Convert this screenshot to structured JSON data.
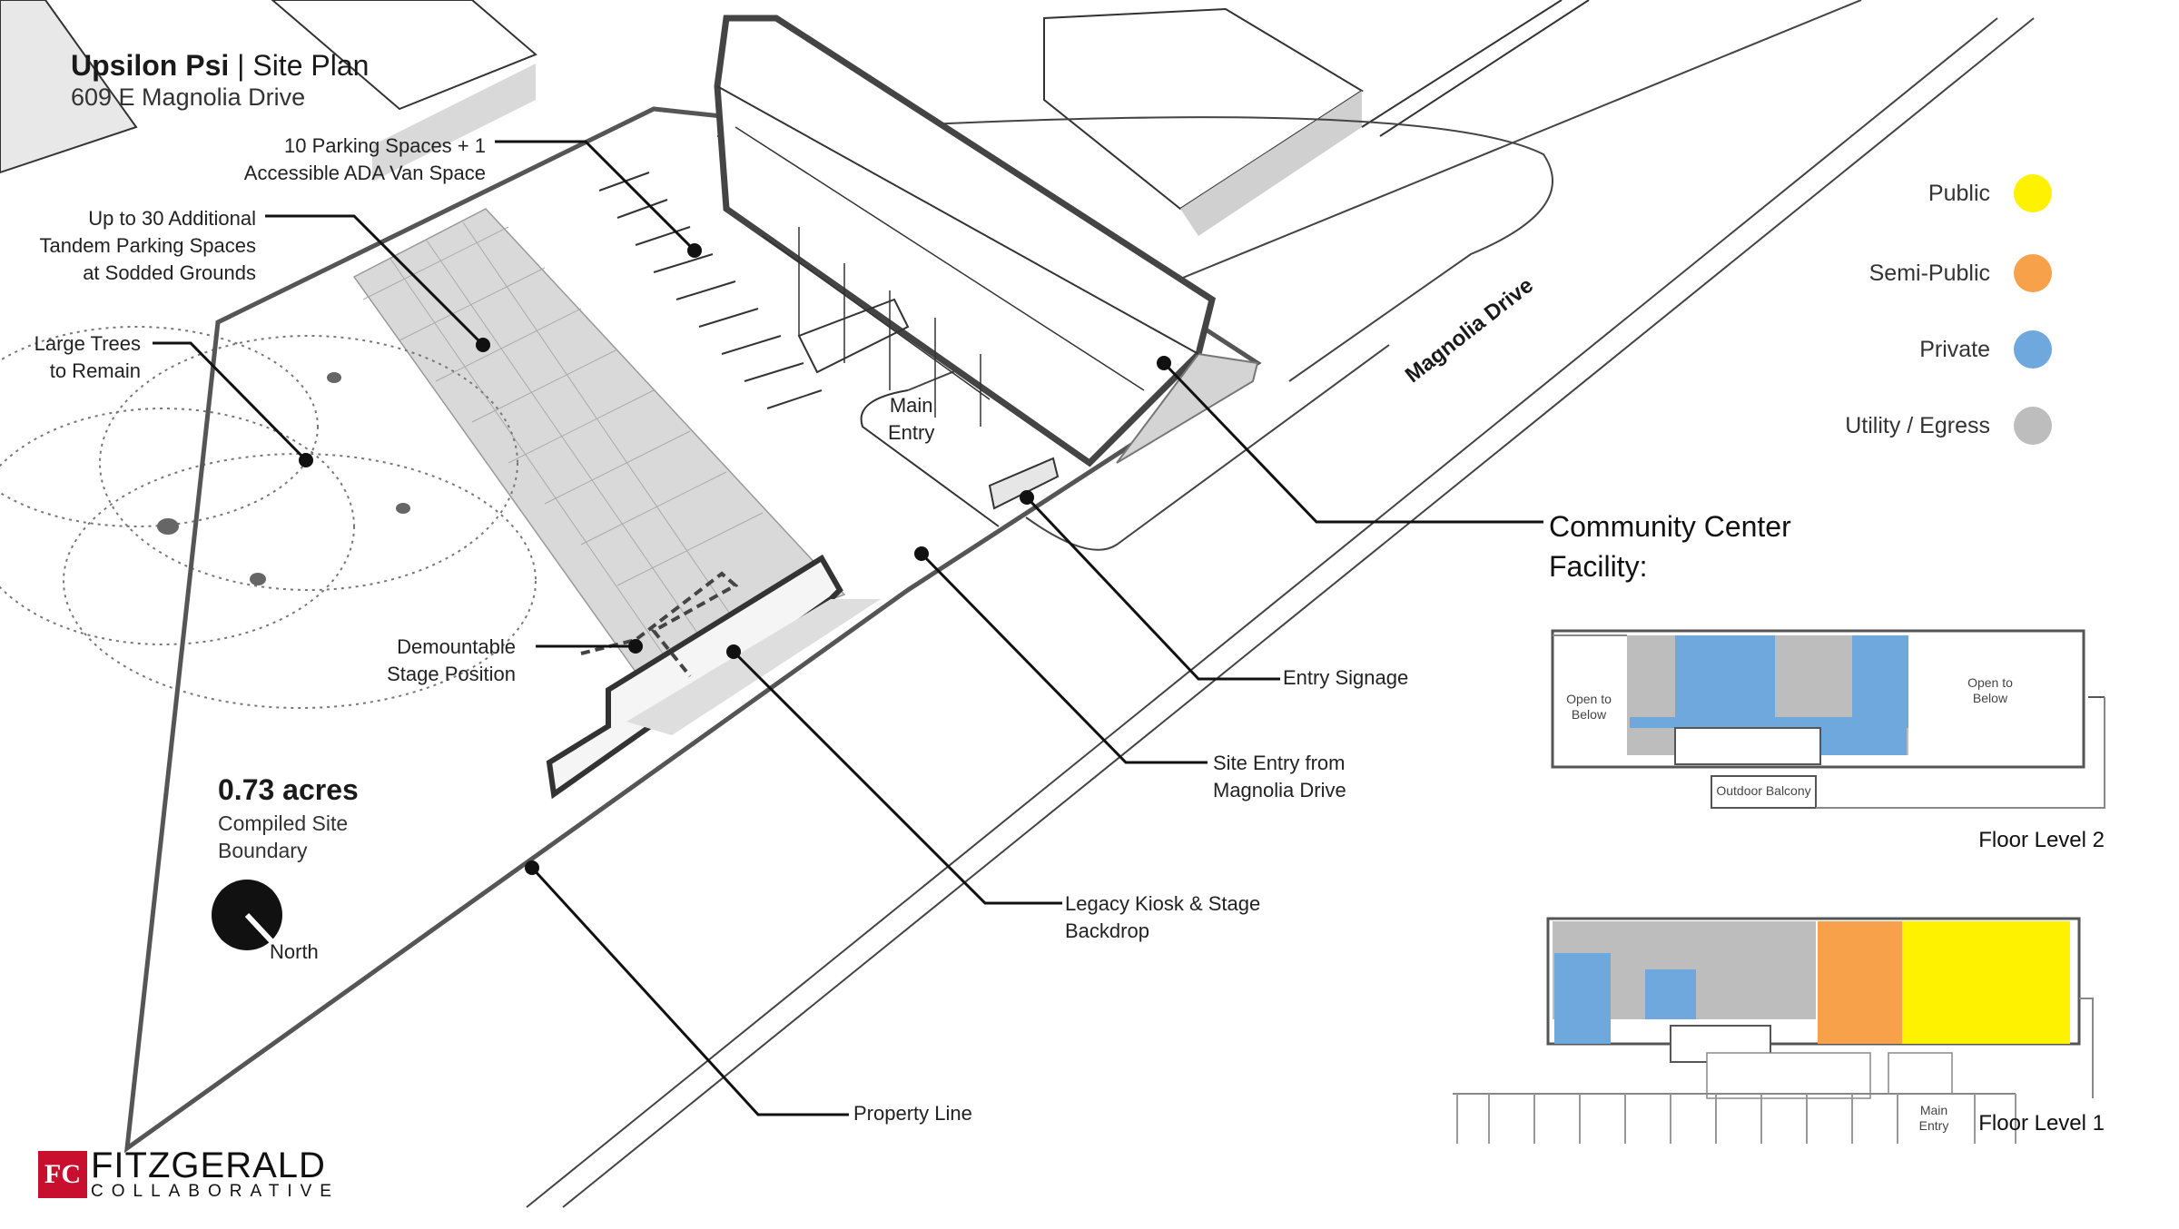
{
  "header": {
    "title_bold": "Upsilon Psi",
    "title_rest": " | Site Plan",
    "address": "609 E Magnolia Drive"
  },
  "annotations": {
    "parking": "10 Parking Spaces + 1\nAccessible ADA Van Space",
    "tandem": "Up to 30 Additional\nTandem Parking Spaces\nat Sodded Grounds",
    "trees": "Large Trees\nto Remain",
    "main_entry": "Main\nEntry",
    "stage": "Demountable\nStage Position",
    "entry_signage": "Entry Signage",
    "site_entry": "Site Entry from\nMagnolia Drive",
    "kiosk": "Legacy Kiosk & Stage\nBackdrop",
    "property_line": "Property Line",
    "community": "Community Center\nFacility:",
    "street": "Magnolia Drive",
    "north": "North"
  },
  "site": {
    "acres": "0.73 acres",
    "boundary_label": "Compiled Site\nBoundary"
  },
  "legend": [
    {
      "label": "Public",
      "color": "#FFF200"
    },
    {
      "label": "Semi-Public",
      "color": "#F7A24B"
    },
    {
      "label": "Private",
      "color": "#6FA8DC"
    },
    {
      "label": "Utility / Egress",
      "color": "#BDBDBD"
    }
  ],
  "floor_plans": {
    "level2": {
      "title": "Floor Level 2",
      "open_left": "Open to\nBelow",
      "open_right": "Open to\nBelow",
      "balcony": "Outdoor Balcony"
    },
    "level1": {
      "title": "Floor Level 1",
      "main_entry": "Main\nEntry"
    }
  },
  "logo": {
    "mark": "FC",
    "name": "FITZGERALD",
    "sub": "COLLABORATIVE"
  }
}
